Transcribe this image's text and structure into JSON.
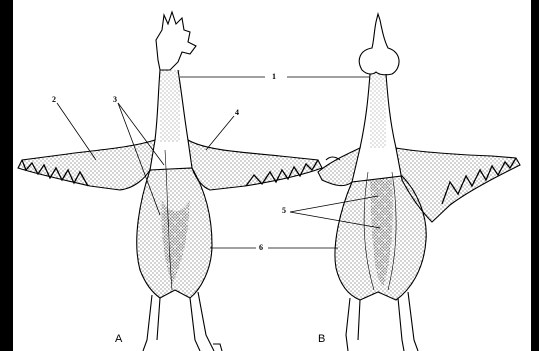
{
  "figure": {
    "panels": [
      {
        "id": "A",
        "label": "A"
      },
      {
        "id": "B",
        "label": "B"
      }
    ],
    "callouts": [
      "1",
      "2",
      "3",
      "4",
      "5",
      "6"
    ]
  }
}
